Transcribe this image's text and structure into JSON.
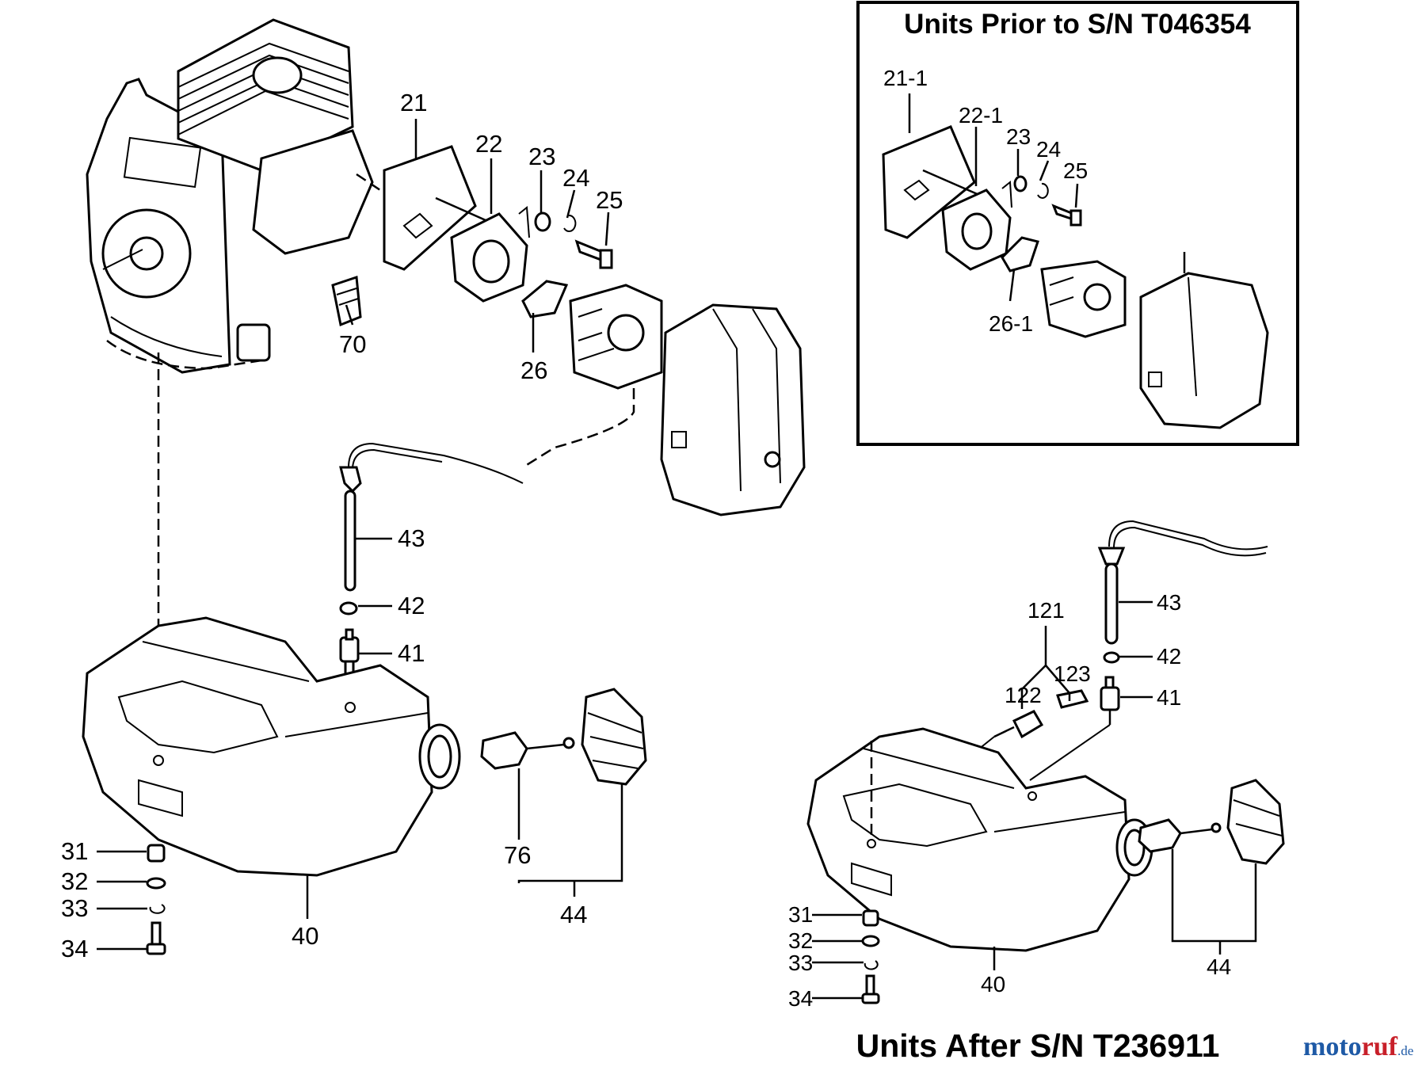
{
  "inset": {
    "title": "Units Prior to S/N T046354",
    "labels": {
      "l21_1": "21-1",
      "l22_1": "22-1",
      "l23": "23",
      "l24": "24",
      "l25": "25",
      "l26_1": "26-1"
    }
  },
  "bottom_title": "Units After S/N T236911",
  "watermark": {
    "part1": "moto",
    "part2": "ruf",
    "tld": ".de"
  },
  "labels_main": {
    "l21": "21",
    "l22": "22",
    "l23": "23",
    "l24": "24",
    "l25": "25",
    "l26": "26",
    "l70": "70",
    "l43": "43",
    "l42": "42",
    "l41": "41",
    "l31": "31",
    "l32": "32",
    "l33": "33",
    "l34": "34",
    "l40": "40",
    "l76": "76",
    "l44": "44"
  },
  "labels_after": {
    "l121": "121",
    "l122": "122",
    "l123": "123",
    "l43": "43",
    "l42": "42",
    "l41": "41",
    "l31": "31",
    "l32": "32",
    "l33": "33",
    "l34": "34",
    "l40": "40",
    "l44": "44"
  }
}
